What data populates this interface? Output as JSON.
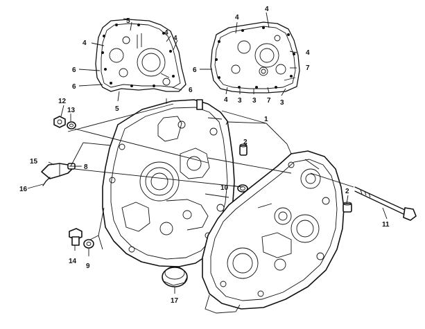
{
  "diagram": {
    "callouts": [
      {
        "id": "c1",
        "text": "1"
      },
      {
        "id": "c2a",
        "text": "2"
      },
      {
        "id": "c2b",
        "text": "2"
      },
      {
        "id": "c3a",
        "text": "3"
      },
      {
        "id": "c3b",
        "text": "3"
      },
      {
        "id": "c3c",
        "text": "3"
      },
      {
        "id": "c4a",
        "text": "4"
      },
      {
        "id": "c4b",
        "text": "4"
      },
      {
        "id": "c4c",
        "text": "4"
      },
      {
        "id": "c4d",
        "text": "4"
      },
      {
        "id": "c4e",
        "text": "4"
      },
      {
        "id": "c4f",
        "text": "4"
      },
      {
        "id": "c4g",
        "text": "4"
      },
      {
        "id": "c5a",
        "text": "5"
      },
      {
        "id": "c5b",
        "text": "5"
      },
      {
        "id": "c6a",
        "text": "6"
      },
      {
        "id": "c6b",
        "text": "6"
      },
      {
        "id": "c6c",
        "text": "6"
      },
      {
        "id": "c6d",
        "text": "6"
      },
      {
        "id": "c7a",
        "text": "7"
      },
      {
        "id": "c7b",
        "text": "7"
      },
      {
        "id": "c8",
        "text": "8"
      },
      {
        "id": "c9",
        "text": "9"
      },
      {
        "id": "c10",
        "text": "10"
      },
      {
        "id": "c11",
        "text": "11"
      },
      {
        "id": "c12",
        "text": "12"
      },
      {
        "id": "c13",
        "text": "13"
      },
      {
        "id": "c14",
        "text": "14"
      },
      {
        "id": "c15",
        "text": "15"
      },
      {
        "id": "c16",
        "text": "16"
      },
      {
        "id": "c17",
        "text": "17"
      }
    ]
  }
}
